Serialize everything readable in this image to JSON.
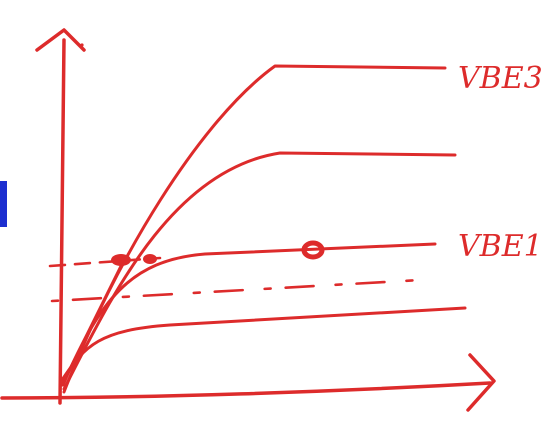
{
  "colors": {
    "ink": "#dd2b2b",
    "marker": "#1d2fd0"
  },
  "labels": {
    "vbe3": "VBE3",
    "vbe1": "VBE1"
  },
  "curves": [
    {
      "name": "curve-vbe3",
      "label_key": "vbe3"
    },
    {
      "name": "curve-2"
    },
    {
      "name": "curve-vbe1",
      "label_key": "vbe1"
    },
    {
      "name": "curve-lowest"
    }
  ]
}
